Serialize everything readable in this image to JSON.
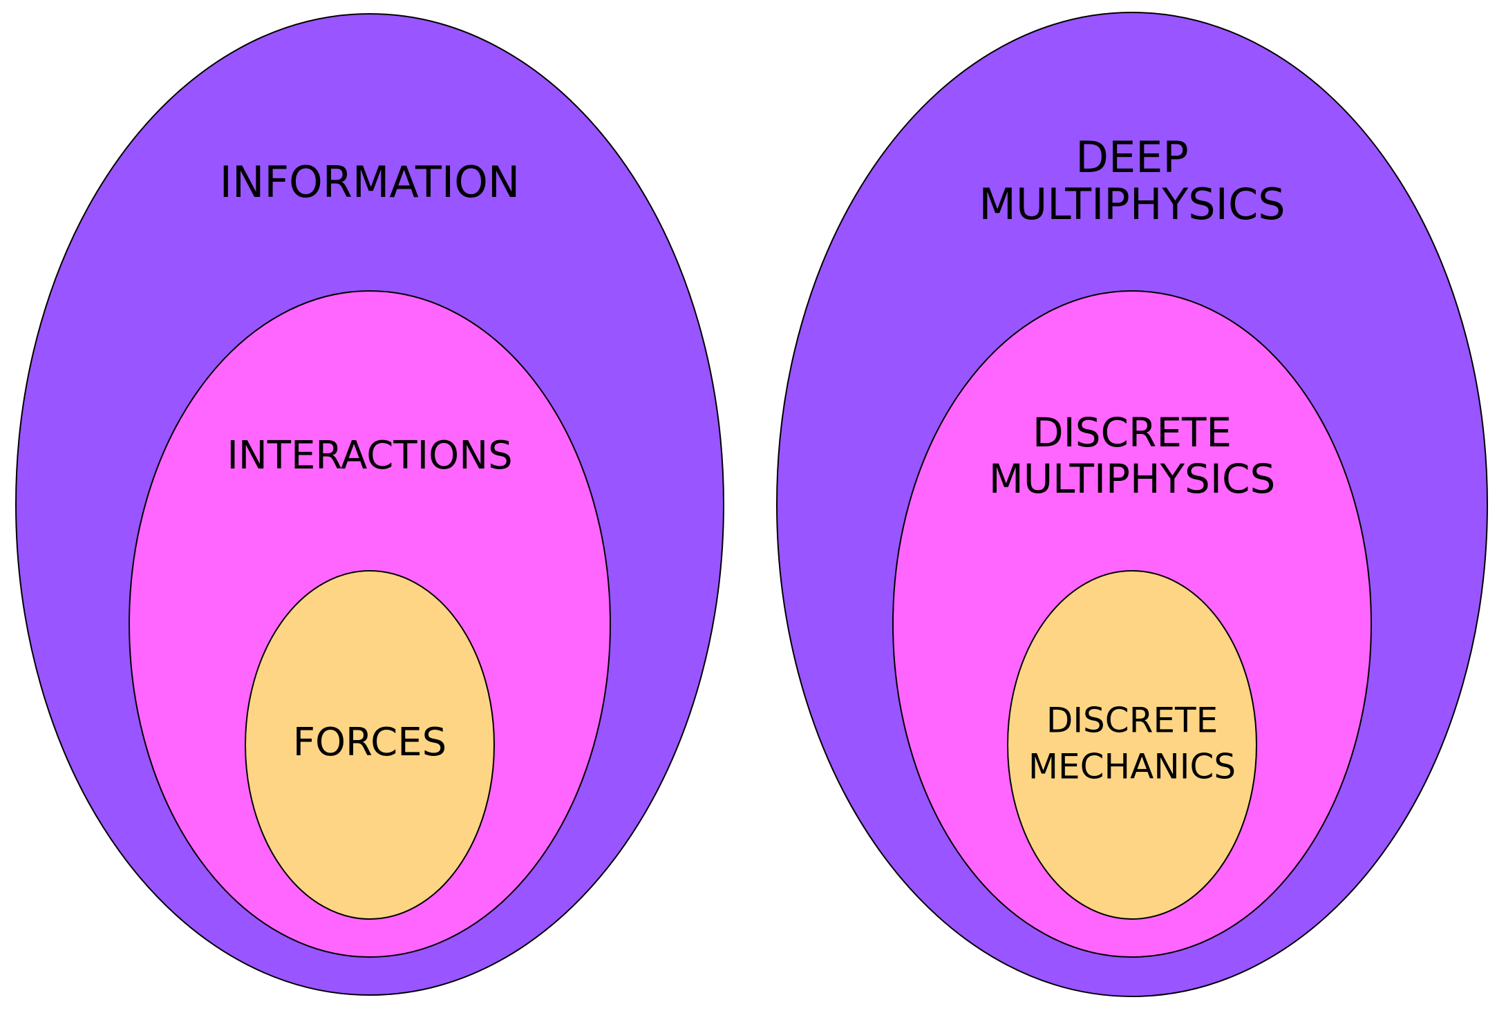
{
  "colors": {
    "outer": "#9955ff",
    "middle": "#ff66ff",
    "inner": "#fdd584",
    "outline": "#000000",
    "text": "#000000"
  },
  "left_diagram": {
    "outer_label": "INFORMATION",
    "middle_label": "INTERACTIONS",
    "inner_label": "FORCES"
  },
  "right_diagram": {
    "outer_label_line1": "DEEP",
    "outer_label_line2": "MULTIPHYSICS",
    "middle_label_line1": "DISCRETE",
    "middle_label_line2": "MULTIPHYSICS",
    "inner_label_line1": "DISCRETE",
    "inner_label_line2": "MECHANICS"
  }
}
